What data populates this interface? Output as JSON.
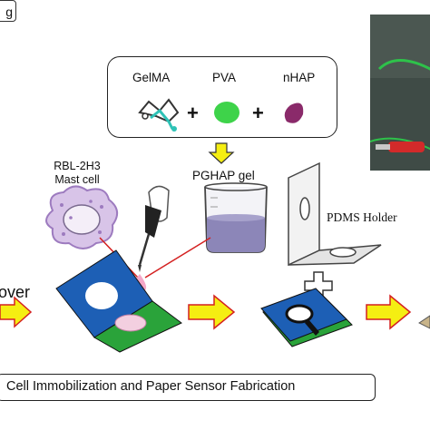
{
  "panel_tag": "g",
  "materials": {
    "items": [
      {
        "label": "GelMA"
      },
      {
        "label": "PVA"
      },
      {
        "label": "nHAP"
      }
    ],
    "plus": "+"
  },
  "product": {
    "label": "PGHAP gel"
  },
  "cell": {
    "line1": "RBL-2H3",
    "line2": "Mast cell"
  },
  "holder": {
    "label": "PDMS Holder"
  },
  "left_word": "over",
  "caption": "Cell Immobilization and Paper Sensor Fabrication",
  "colors": {
    "arrow_fill": "#f5ee12",
    "arrow_edge": "#d42020",
    "paper_blue": "#1d5fb5",
    "paper_green": "#2aa33a",
    "pva_green": "#3ed34a",
    "nhap_purple": "#8a2a6a",
    "gel_purple": "#8c86b8",
    "cell_purple": "#c8b0dc"
  }
}
